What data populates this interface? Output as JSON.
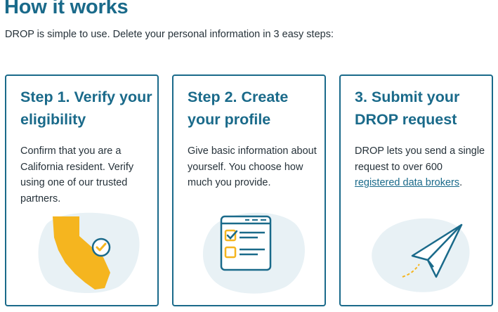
{
  "page": {
    "title": "How it works",
    "intro": "DROP is simple to use. Delete your personal information in 3 easy steps:"
  },
  "steps": [
    {
      "heading": "Step 1. Verify your eligibility",
      "body": "Confirm that you are a California resident. Verify using one of our trusted partners.",
      "icon": "california-map-check-icon"
    },
    {
      "heading": "Step 2. Create your profile",
      "body": "Give basic information about yourself. You choose how much you provide.",
      "icon": "profile-form-checklist-icon"
    },
    {
      "heading": "3. Submit your DROP request",
      "body_before": "DROP lets you send a single request to over 600 ",
      "link": "registered data brokers",
      "body_after": ".",
      "icon": "paper-plane-icon"
    }
  ],
  "colors": {
    "accent": "#1a6a8a",
    "blob": "#e8f1f5",
    "highlight": "#f5b51f"
  }
}
